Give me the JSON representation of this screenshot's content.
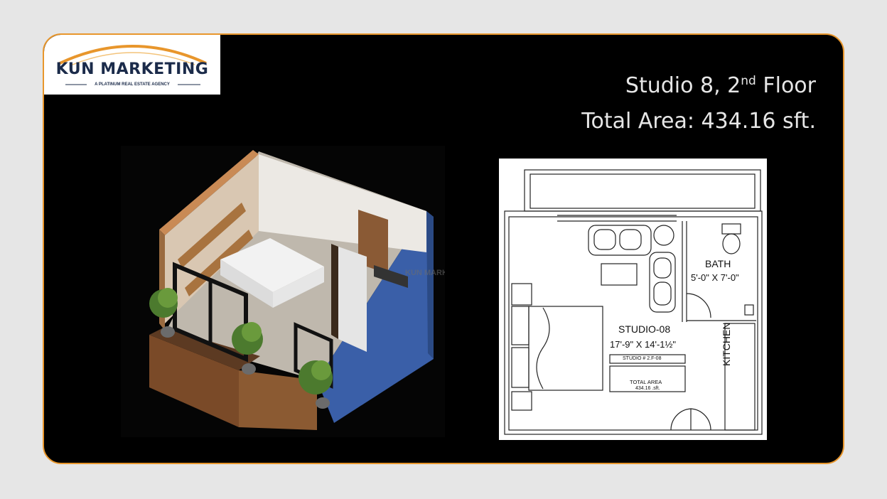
{
  "brand": {
    "name": "KUN MARKETING",
    "tagline": "A PLATINUM REAL ESTATE AGENCY"
  },
  "heading": {
    "unit": "Studio 8, 2",
    "unit_suffix": "nd",
    "floor": " Floor",
    "area": "Total Area: 434.16 sft."
  },
  "render_watermark": "KUN MARKETING",
  "floor_plan": {
    "bath_label": "BATH",
    "bath_size": "5'-0\" X 7'-0\"",
    "studio_label": "STUDIO-08",
    "studio_size": "17'-9\" X 14'-1½\"",
    "studio_code": "STUDIO # 2.F-08",
    "total_area_label": "TOTAL AREA",
    "total_area_value": "434.16 .sft.",
    "kitchen_label": "KITCHEN"
  },
  "colors": {
    "accent_border": "#e8962c",
    "background": "#000000",
    "brand_navy": "#1b2b4a"
  }
}
